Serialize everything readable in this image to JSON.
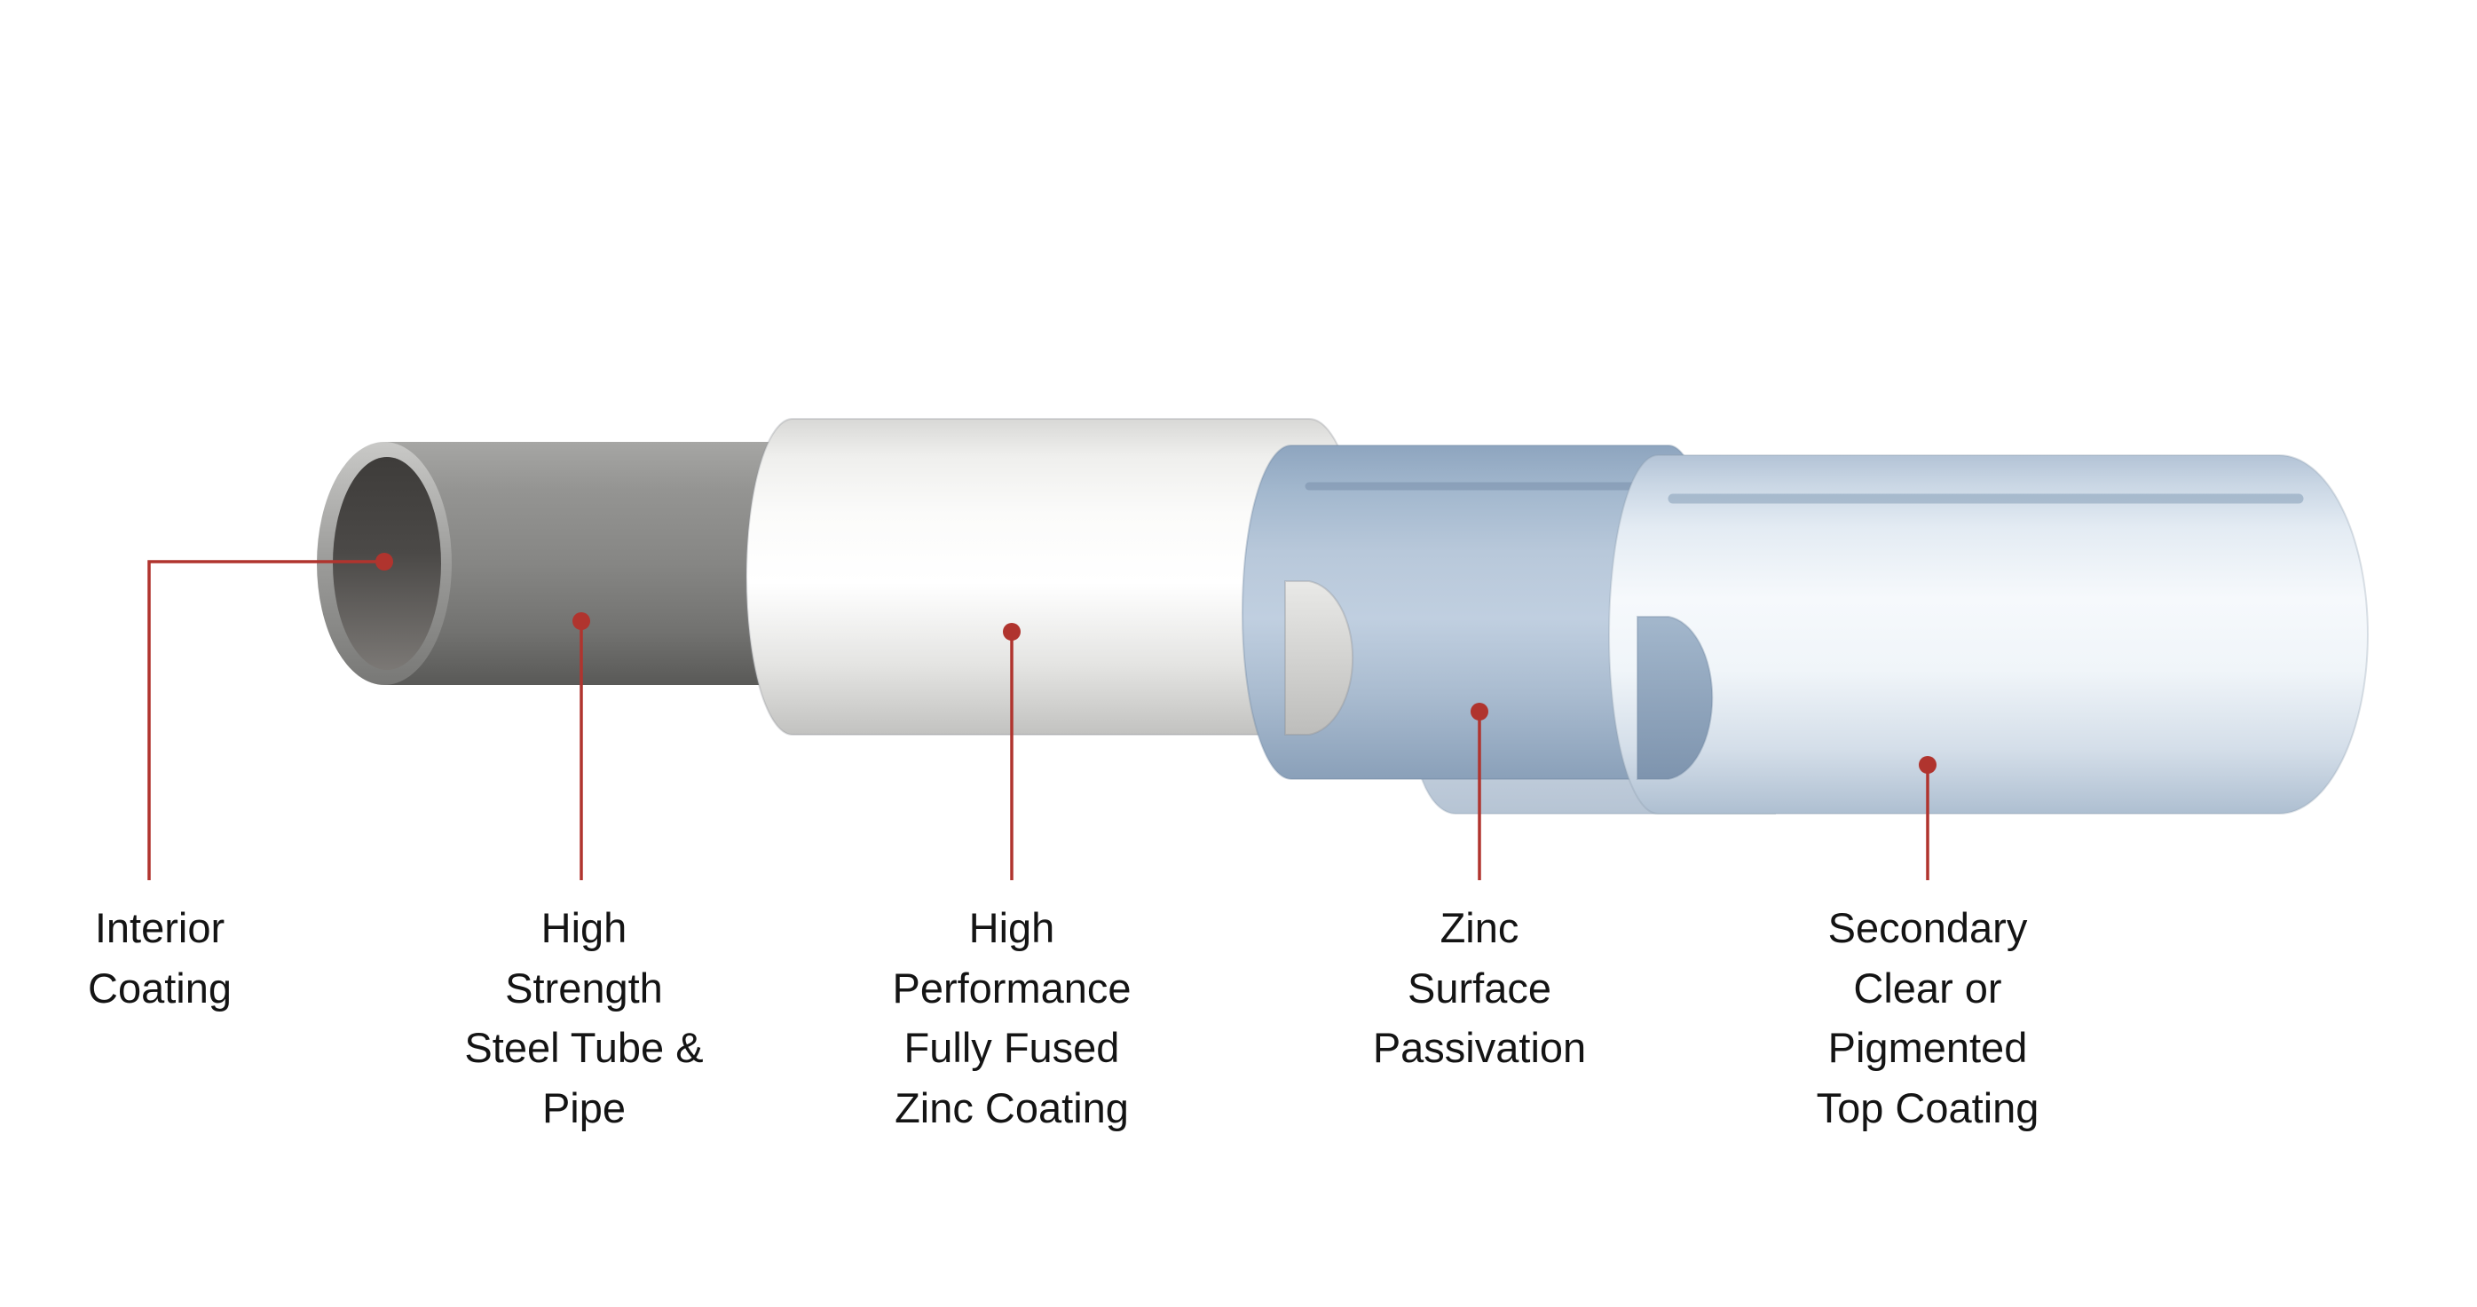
{
  "colors": {
    "accent": "#b0342e",
    "label_text": "#141414",
    "steel": "#868684",
    "zinc_coating": "#f6f6f4",
    "passivation": "#b7c7da",
    "top_coating": "#eef3f8",
    "background": "#ffffff"
  },
  "diagram": {
    "layers": [
      {
        "id": "interior-coating",
        "label": "Interior\nCoating"
      },
      {
        "id": "high-strength-steel-tube",
        "label": "High\nStrength\nSteel Tube &\nPipe"
      },
      {
        "id": "fused-zinc-coating",
        "label": "High\nPerformance\nFully Fused\nZinc Coating"
      },
      {
        "id": "zinc-surface-passivation",
        "label": "Zinc\nSurface\nPassivation"
      },
      {
        "id": "secondary-top-coating",
        "label": "Secondary\nClear or\nPigmented\nTop Coating"
      }
    ]
  }
}
